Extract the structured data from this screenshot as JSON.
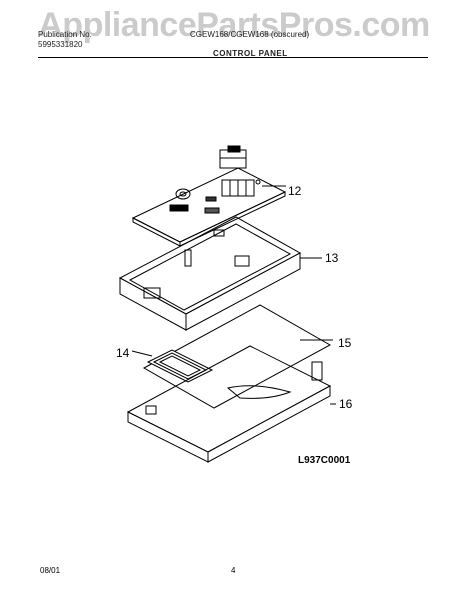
{
  "watermark": "AppliancePartsPros.com",
  "header": {
    "publication_label": "Publication No.",
    "publication_number": "5995331820",
    "models": "CGEW168/CGEW168 (obscured)",
    "section_title": "CONTROL PANEL"
  },
  "callouts": {
    "c12": "12",
    "c13": "13",
    "c14": "14",
    "c15": "15",
    "c16": "16"
  },
  "diagram_code": "L937C0001",
  "footer": {
    "date": "08/01",
    "page": "4"
  }
}
